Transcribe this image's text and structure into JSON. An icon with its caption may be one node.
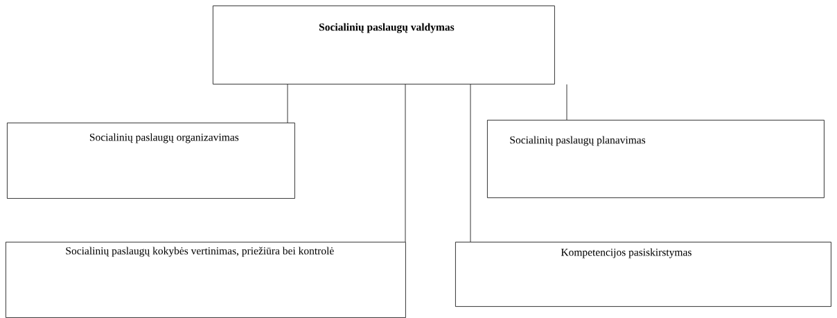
{
  "diagram": {
    "nodes": [
      {
        "text": [
          "Socialinių paslaugų valdymas"
        ]
      },
      {
        "text": [
          "Socialinių paslaugų organizavimas"
        ]
      },
      {
        "text": [
          "Socialinių paslaugų planavimas"
        ]
      },
      {
        "text": [
          "Socialinių paslaugų kokybės vertinimas, priežiūra bei kontrolė"
        ]
      },
      {
        "text": [
          "Kompetencijos pasiskirstymas"
        ]
      }
    ],
    "edges": [
      {
        "from": 0,
        "to": 1,
        "arrow": "none"
      },
      {
        "from": 0,
        "to": 3,
        "arrow": "none"
      },
      {
        "from": 0,
        "to": 4,
        "arrow": "none"
      },
      {
        "from": 0,
        "to": 2,
        "arrow": "none"
      }
    ]
  }
}
